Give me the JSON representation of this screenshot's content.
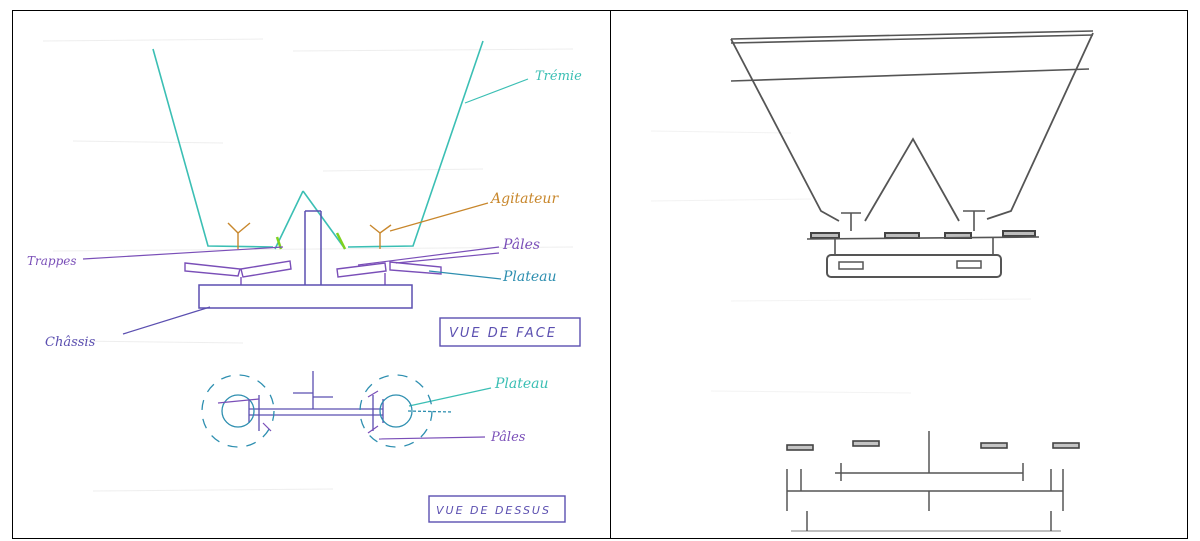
{
  "left_panel": {
    "labels": {
      "tremie": "Trémie",
      "agitateur": "Agitateur",
      "pales_top": "Pâles",
      "trappes": "Trappes",
      "plateau_top": "Plateau",
      "chassis": "Châssis",
      "vue_de_face": "VUE DE FACE",
      "plateau_bottom": "Plateau",
      "pales_bottom": "Pâles",
      "vue_de_dessus": "VUE DE DESSUS"
    }
  },
  "colors": {
    "hopper": "#3bbfb4",
    "chassis": "#5b4fb0",
    "agitator": "#c8872c",
    "pales": "#7a4fb8",
    "plateau": "#2e8fb0",
    "pencil": "#555555",
    "highlight": "#7fd11f"
  }
}
